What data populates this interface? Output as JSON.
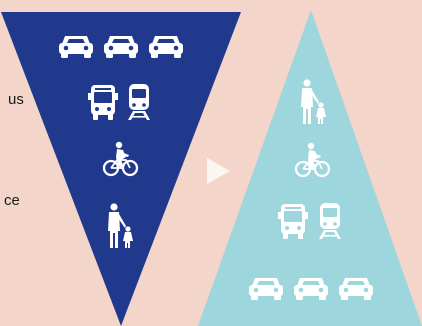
{
  "text_fragments": [
    "us",
    "ce"
  ],
  "colors": {
    "background": "#f4d5c9",
    "current_hierarchy": "#20398d",
    "proposed_hierarchy": "#9dd6dc",
    "icons": "#ffffff"
  },
  "current_hierarchy": {
    "shape": "inverted-triangle",
    "tiers_top_to_bottom": [
      {
        "icon": "car-icon",
        "count": 3
      },
      {
        "icon": "bus-icon",
        "count": 1,
        "with": "train-icon"
      },
      {
        "icon": "cyclist-icon",
        "count": 1
      },
      {
        "icon": "pedestrian-icon",
        "count": 1
      }
    ]
  },
  "arrow": {
    "icon": "play-arrow-icon"
  },
  "proposed_hierarchy": {
    "shape": "triangle",
    "tiers_top_to_bottom": [
      {
        "icon": "pedestrian-icon",
        "count": 1
      },
      {
        "icon": "cyclist-icon",
        "count": 1
      },
      {
        "icon": "bus-icon",
        "count": 1,
        "with": "train-icon"
      },
      {
        "icon": "car-icon",
        "count": 3
      }
    ]
  }
}
